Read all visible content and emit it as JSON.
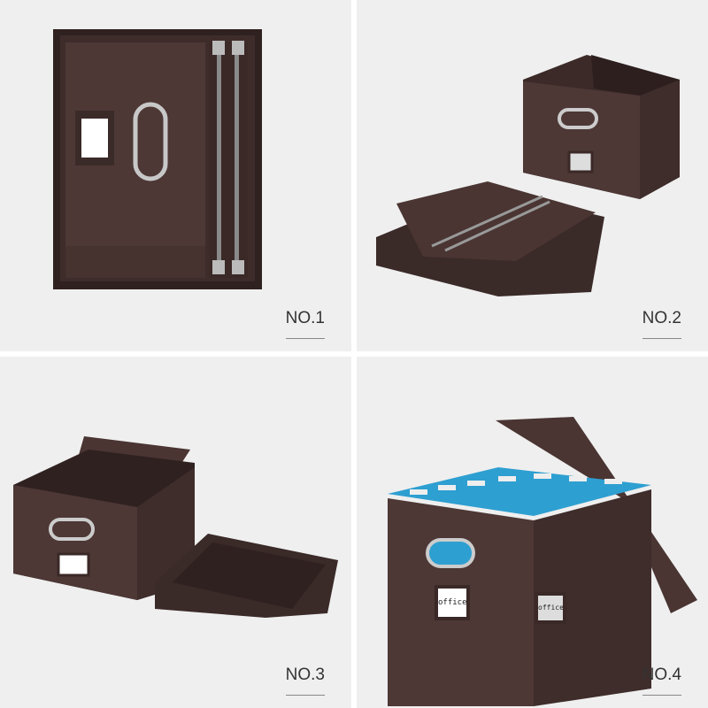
{
  "panels": [
    {
      "label": "NO.1"
    },
    {
      "label": "NO.2"
    },
    {
      "label": "NO.3"
    },
    {
      "label": "NO.4"
    }
  ],
  "box_labels": {
    "front": "office",
    "side": "office"
  },
  "colors": {
    "box": "#4a3432",
    "box_dark": "#2f2120",
    "folders": "#2e9fd1",
    "background": "#efefef"
  }
}
